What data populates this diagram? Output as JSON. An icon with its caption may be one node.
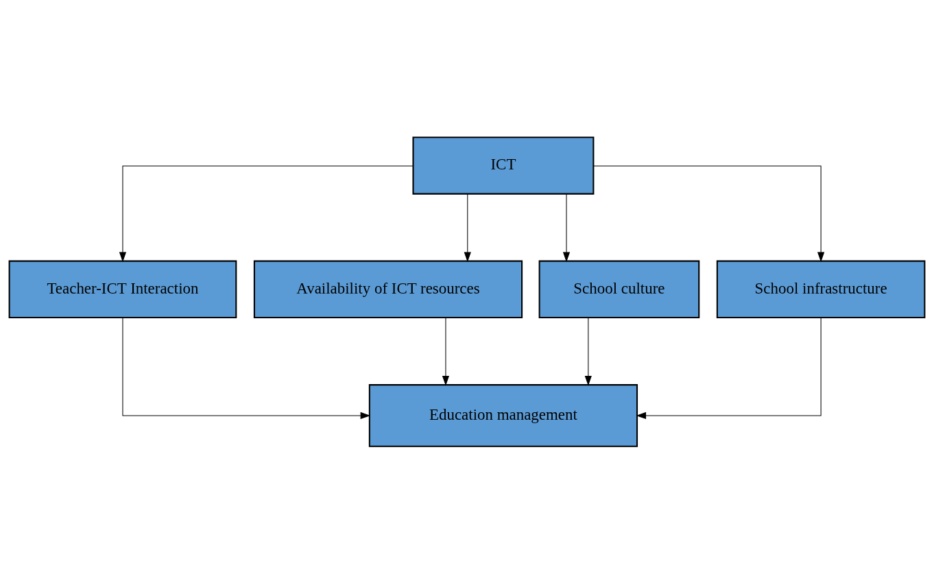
{
  "diagram": {
    "nodes": [
      {
        "text": [
          "ICT"
        ]
      },
      {
        "text": [
          "Teacher-ICT Interaction"
        ]
      },
      {
        "text": [
          "Availability of ICT resources"
        ]
      },
      {
        "text": [
          "School culture"
        ]
      },
      {
        "text": [
          "School infrastructure"
        ]
      },
      {
        "text": [
          "Education management"
        ]
      }
    ],
    "edges": [
      {
        "from": 0,
        "to": 1,
        "arrow": "to"
      },
      {
        "from": 0,
        "to": 2,
        "arrow": "to"
      },
      {
        "from": 0,
        "to": 3,
        "arrow": "to"
      },
      {
        "from": 0,
        "to": 4,
        "arrow": "to"
      },
      {
        "from": 1,
        "to": 5,
        "arrow": "to"
      },
      {
        "from": 2,
        "to": 5,
        "arrow": "to"
      },
      {
        "from": 3,
        "to": 5,
        "arrow": "to"
      },
      {
        "from": 4,
        "to": 5,
        "arrow": "to"
      }
    ]
  }
}
